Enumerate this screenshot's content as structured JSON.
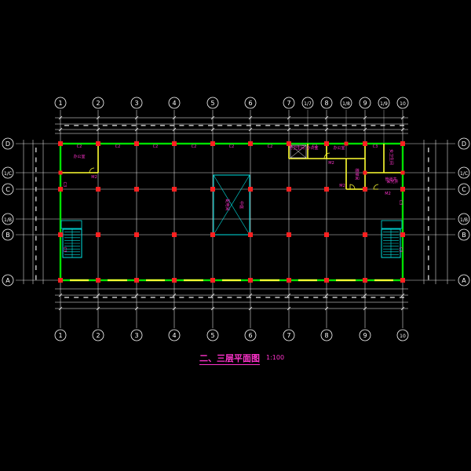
{
  "drawing": {
    "title": "二、三层平面图",
    "scale": "1:100",
    "colors": {
      "background": "#000000",
      "wall": "#00e000",
      "partition": "#ffff33",
      "column": "#ff2020",
      "grid_line": "#ffffff",
      "label": "#ff33cc",
      "stair": "#00e0e0",
      "dimension": "#ffffff"
    }
  },
  "axes": {
    "vertical_top": [
      "1",
      "2",
      "3",
      "4",
      "5",
      "6",
      "7",
      "1/7",
      "8",
      "1/8",
      "9",
      "1/9",
      "10"
    ],
    "vertical_bottom": [
      "1",
      "2",
      "3",
      "4",
      "5",
      "6",
      "7",
      "8",
      "9",
      "10"
    ],
    "horizontal_left": [
      "D",
      "1/C",
      "C",
      "1/B",
      "B",
      "A"
    ],
    "horizontal_right": [
      "D",
      "1/C",
      "C",
      "1/B",
      "B",
      "A"
    ]
  },
  "rooms": [
    {
      "label": "办公室"
    },
    {
      "label": "办公室"
    },
    {
      "label": "办公室"
    },
    {
      "label": "男卫生间"
    },
    {
      "label": "女卫生间"
    },
    {
      "label": "楼梯间"
    },
    {
      "label": "管道井"
    },
    {
      "label": "配电间"
    },
    {
      "label": "中庭"
    },
    {
      "label": "采光井"
    }
  ],
  "openings": {
    "windows_top": [
      "C2",
      "C2",
      "C2",
      "C2",
      "C2",
      "C2",
      "C2",
      "C3"
    ],
    "doors": [
      "M2",
      "M2",
      "M2",
      "M2"
    ],
    "side_windows": [
      "C3",
      "C3",
      "C3",
      "C3"
    ]
  },
  "icons": {
    "column": "square-column-icon",
    "axis_bubble": "circle-axis-icon",
    "stair": "stair-icon",
    "door_swing": "door-swing-icon"
  }
}
